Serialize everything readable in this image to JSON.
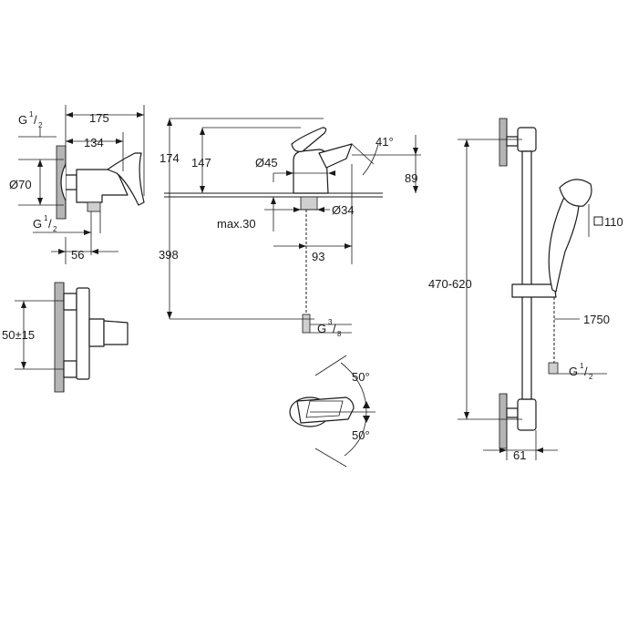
{
  "shower_mixer": {
    "dims": {
      "overall_depth": "175",
      "body_depth": "134",
      "diameter": "Ø70",
      "outlet_offset": "56",
      "connection_spacing": "50±15"
    },
    "thread_top": {
      "base": "G",
      "num": "1",
      "den": "2"
    },
    "thread_bottom": {
      "base": "G",
      "num": "1",
      "den": "2"
    }
  },
  "basin_mixer": {
    "dims": {
      "overall_height": "174",
      "spout_height": "147",
      "body_diameter": "Ø45",
      "spout_angle": "41°",
      "spout_reach_height": "89",
      "base_diameter": "Ø34",
      "max_thickness": "max.30",
      "below_deck": "398",
      "reach": "93"
    },
    "hose_thread": {
      "base": "G",
      "num": "3",
      "den": "8"
    },
    "lever_rotation": {
      "up": "50°",
      "down": "50°"
    }
  },
  "shower_rail": {
    "dims": {
      "rail_length": "470-620",
      "head_size": "110",
      "hose_length": "1750",
      "wall_offset": "61"
    },
    "hose_thread": {
      "base": "G",
      "num": "1",
      "den": "2"
    }
  },
  "colors": {
    "line": "#1a1a1a",
    "wall_hatch": "#b5b5b5",
    "background": "#ffffff"
  }
}
